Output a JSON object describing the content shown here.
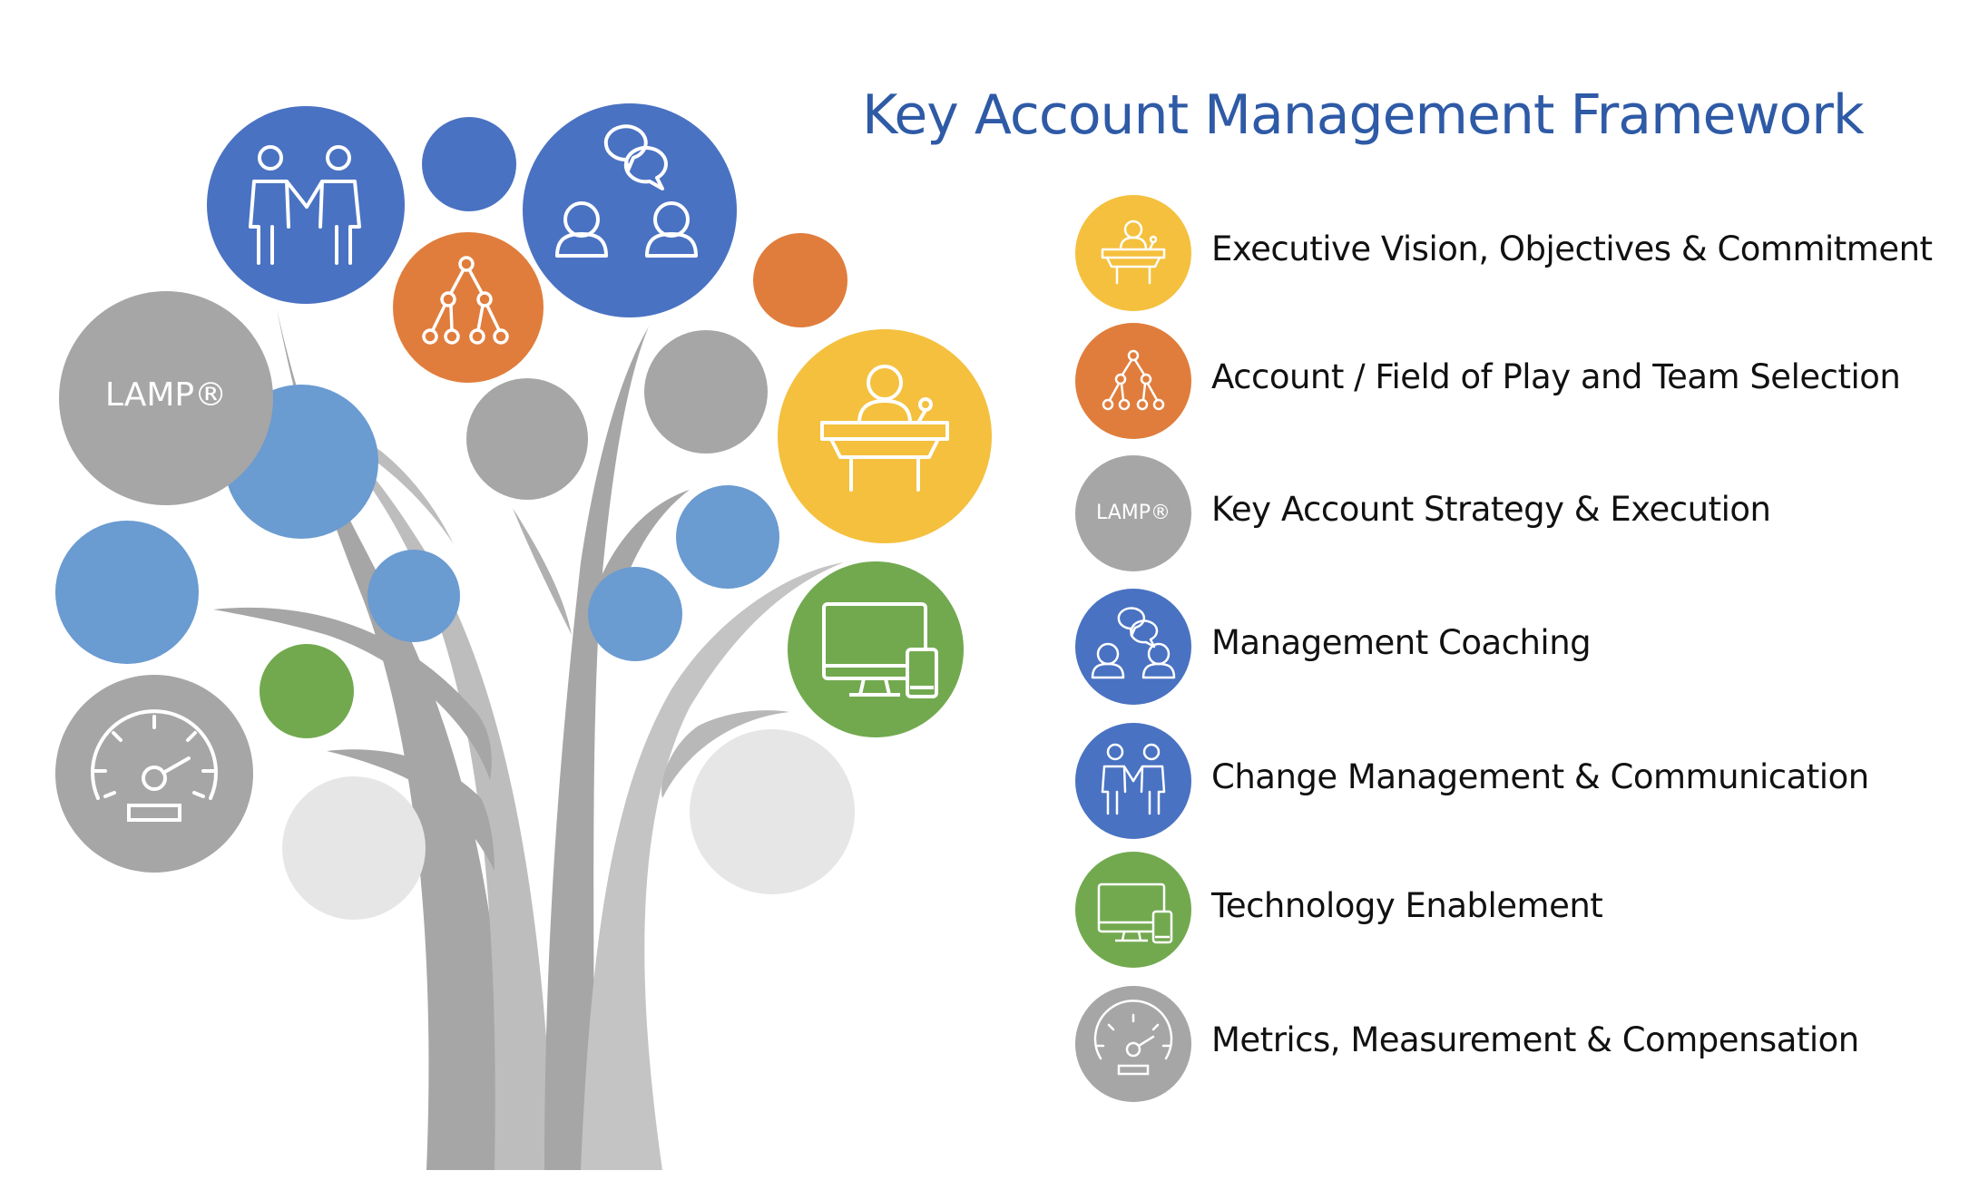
{
  "title": "Key Account Management Framework",
  "lamp_label": "LAMP®",
  "colors": {
    "title": "#2E5AA6",
    "blue": "#4A72C2",
    "light_blue": "#6A9BD1",
    "orange": "#E07D3C",
    "yellow": "#F4C03E",
    "green": "#72A94F",
    "gray": "#A6A6A6",
    "light_gray": "#E6E6E6",
    "trunk": "#C2C2C2"
  },
  "legend": [
    {
      "label": "Executive Vision, Objectives & Commitment",
      "color": "#F4C03E",
      "icon": "podium-icon"
    },
    {
      "label": "Account / Field of Play and Team Selection",
      "color": "#E07D3C",
      "icon": "hierarchy-icon"
    },
    {
      "label": "Key Account Strategy & Execution",
      "color": "#A6A6A6",
      "icon": "lamp-logo"
    },
    {
      "label": "Management Coaching",
      "color": "#4A72C2",
      "icon": "conversation-icon"
    },
    {
      "label": "Change Management & Communication",
      "color": "#4A72C2",
      "icon": "handshake-icon"
    },
    {
      "label": "Technology Enablement",
      "color": "#72A94F",
      "icon": "devices-icon"
    },
    {
      "label": "Metrics, Measurement & Compensation",
      "color": "#A6A6A6",
      "icon": "speedometer-icon"
    }
  ]
}
